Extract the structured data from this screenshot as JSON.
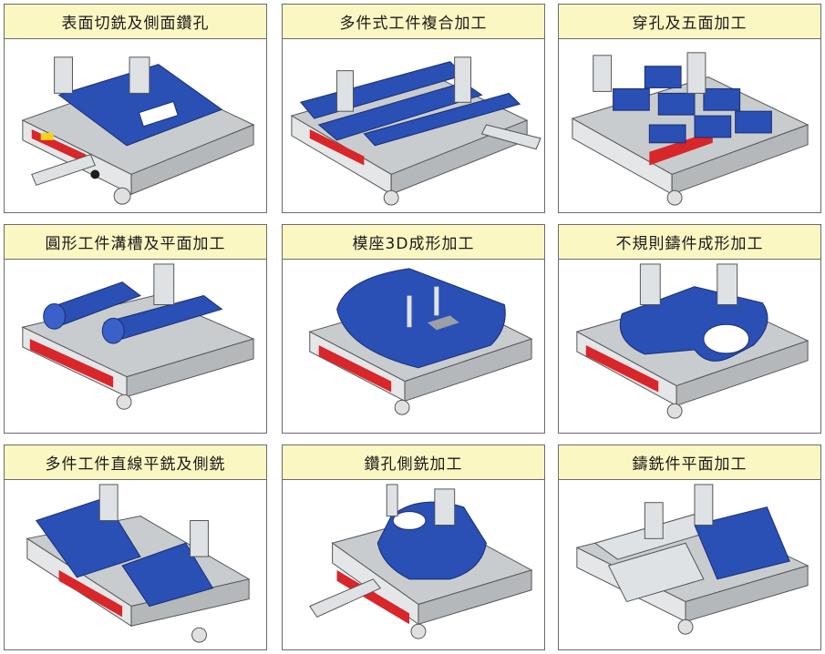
{
  "panels": [
    {
      "id": "p1",
      "title": "表面切銑及側面鑽孔"
    },
    {
      "id": "p2",
      "title": "多件式工件複合加工"
    },
    {
      "id": "p3",
      "title": "穿孔及五面加工"
    },
    {
      "id": "p4",
      "title": "圓形工件溝槽及平面加工"
    },
    {
      "id": "p5",
      "title": "模座3D成形加工"
    },
    {
      "id": "p6",
      "title": "不規則鑄件成形加工"
    },
    {
      "id": "p7",
      "title": "多件工件直線平銑及側銑"
    },
    {
      "id": "p8",
      "title": "鑽孔側銑加工"
    },
    {
      "id": "p9",
      "title": "鑄銑件平面加工"
    }
  ],
  "colors": {
    "title_bg": "#fbf7c3",
    "workpiece_blue": "#2a4fb5",
    "chuck_gray": "#c9cccf",
    "label_red": "#d8262a",
    "label_yellow": "#f2d21b",
    "knob_black": "#1c1c1c"
  }
}
